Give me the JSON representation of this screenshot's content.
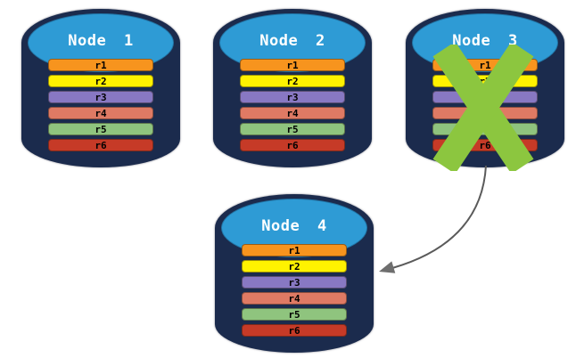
{
  "diagram": {
    "description": "Database replication failover diagram",
    "nodes": [
      {
        "label": "Node 1",
        "failed": false
      },
      {
        "label": "Node 2",
        "failed": false
      },
      {
        "label": "Node 3",
        "failed": true
      },
      {
        "label": "Node 4",
        "failed": false
      }
    ],
    "rows": [
      {
        "label": "r1",
        "color": "#F7941E"
      },
      {
        "label": "r2",
        "color": "#FFF200"
      },
      {
        "label": "r3",
        "color": "#8878C3"
      },
      {
        "label": "r4",
        "color": "#DF7A64"
      },
      {
        "label": "r5",
        "color": "#8FC47E"
      },
      {
        "label": "r6",
        "color": "#C63A27"
      }
    ],
    "arrow": {
      "from": "Node 3",
      "to": "Node 4"
    },
    "colors": {
      "cylinder_body": "#1B2B4D",
      "cylinder_top": "#2E9BD5",
      "node_label_text": "#FFFFFF",
      "row_label_text": "#000000",
      "cross": "#8CC63F",
      "arrow_stroke": "#5A5A5A",
      "arrow_head": "#6E6E6E",
      "background": "#FFFFFF"
    }
  }
}
